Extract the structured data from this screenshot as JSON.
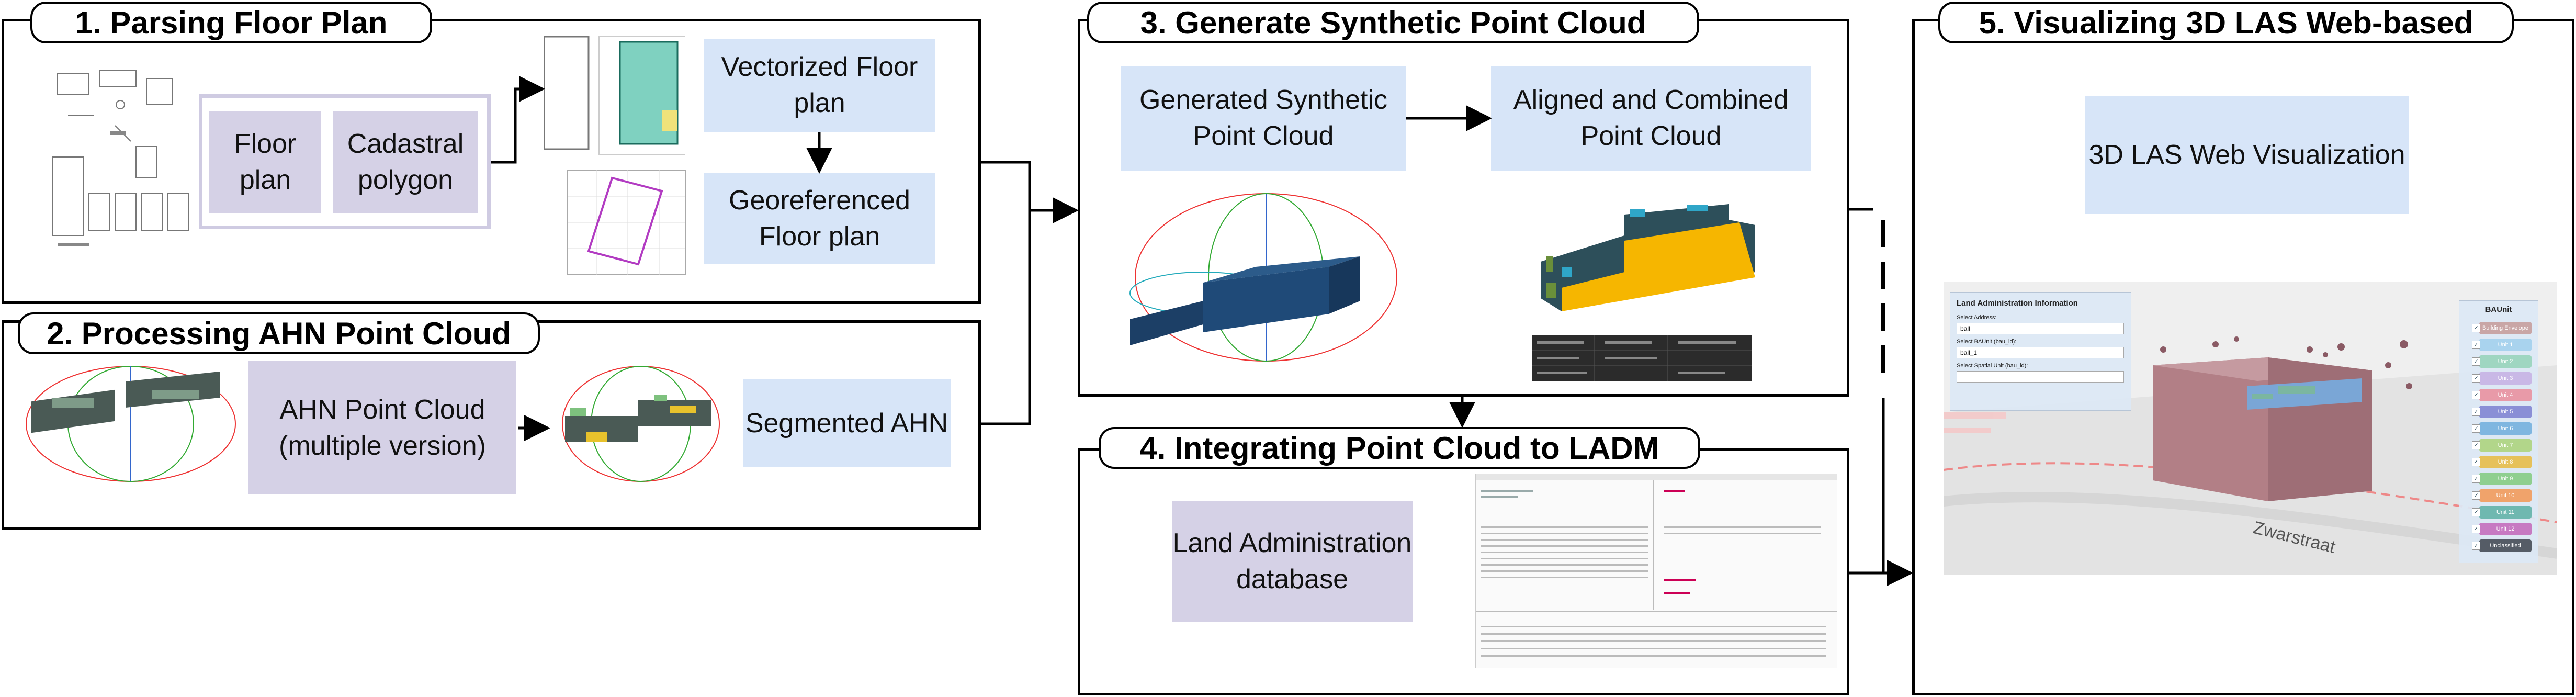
{
  "panels": {
    "p1": {
      "title": "1. Parsing Floor Plan"
    },
    "p2": {
      "title": "2. Processing AHN Point Cloud"
    },
    "p3": {
      "title": "3. Generate Synthetic Point Cloud"
    },
    "p4": {
      "title": "4. Integrating Point Cloud to LADM"
    },
    "p5": {
      "title": "5. Visualizing 3D LAS Web-based"
    }
  },
  "boxes": {
    "floor_plan": "Floor plan",
    "cadastral_polygon": "Cadastral polygon",
    "vectorized_floor_plan": "Vectorized Floor plan",
    "georeferenced_floor_plan": "Georeferenced Floor plan",
    "ahn_point_cloud": "AHN Point Cloud (multiple version)",
    "segmented_ahn": "Segmented AHN",
    "generated_synthetic": "Generated Synthetic Point Cloud",
    "aligned_combined": "Aligned and Combined Point Cloud",
    "land_admin_db": "Land Administration database",
    "las_web_vis": "3D LAS Web Visualization"
  },
  "web_ui": {
    "info_title": "Land Administration Information",
    "select_address_label": "Select Address:",
    "select_address_value": "ball",
    "select_baunit_label": "Select BAUnit (bau_id):",
    "select_baunit_value": "ball_1",
    "select_spatial_label": "Select Spatial Unit (bau_id):",
    "select_spatial_value": "",
    "legend_title": "BAUnit",
    "legend_items": [
      {
        "label": "Building Envelope",
        "color": "#c9a6a6"
      },
      {
        "label": "Unit 1",
        "color": "#a9d3ee"
      },
      {
        "label": "Unit 2",
        "color": "#9fd6c1"
      },
      {
        "label": "Unit 3",
        "color": "#c9b8e6"
      },
      {
        "label": "Unit 4",
        "color": "#e89aa8"
      },
      {
        "label": "Unit 5",
        "color": "#8a8fd6"
      },
      {
        "label": "Unit 6",
        "color": "#7fb6e0"
      },
      {
        "label": "Unit 7",
        "color": "#b2d68a"
      },
      {
        "label": "Unit 8",
        "color": "#e6c15a"
      },
      {
        "label": "Unit 9",
        "color": "#8fcf8f"
      },
      {
        "label": "Unit 10",
        "color": "#f0a36b"
      },
      {
        "label": "Unit 11",
        "color": "#6fb8b0"
      },
      {
        "label": "Unit 12",
        "color": "#c77ac2"
      },
      {
        "label": "Unclassified",
        "color": "#555c66"
      }
    ],
    "street_text": "Zwarstraat"
  }
}
